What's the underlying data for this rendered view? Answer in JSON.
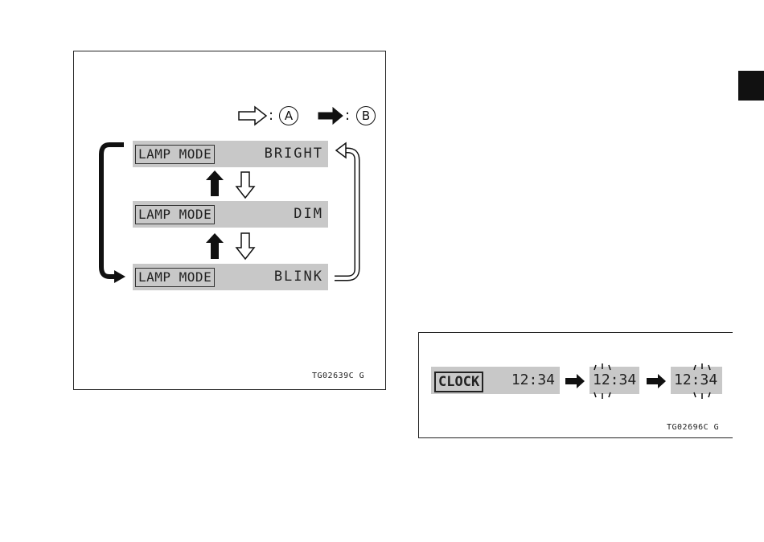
{
  "lamp_figure": {
    "legend": {
      "a": "A",
      "b": "B",
      "colon": ":"
    },
    "rows": [
      {
        "label": "LAMP MODE",
        "value": "BRIGHT"
      },
      {
        "label": "LAMP MODE",
        "value": "DIM"
      },
      {
        "label": "LAMP MODE",
        "value": "BLINK"
      }
    ],
    "code": "TG02639C  G"
  },
  "clock_figure": {
    "label": "CLOCK",
    "times": [
      "12:34",
      "12:34",
      "12:34"
    ],
    "code": "TG02696C  G"
  }
}
